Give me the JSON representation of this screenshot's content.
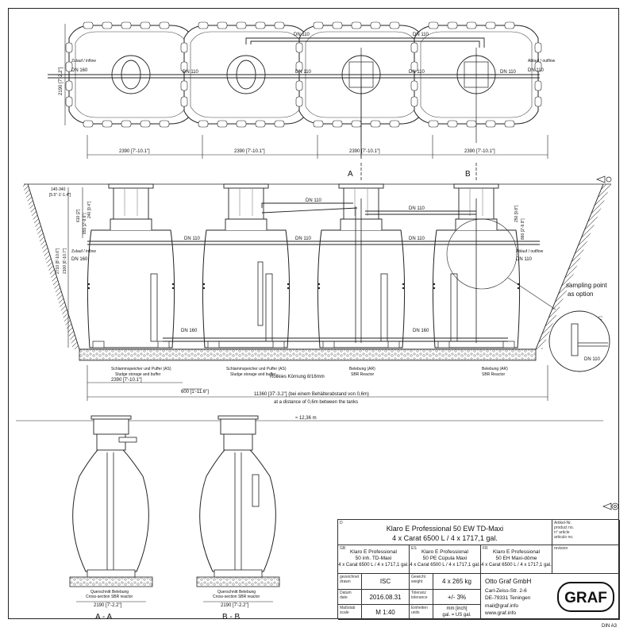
{
  "top_view": {
    "inlet_label": "Zulauf / inflow",
    "inlet_dn": "DN 160",
    "outlet_label": "Ablauf / outflow",
    "outlet_dn": "DN 110",
    "pipe_labels": [
      "DN 110",
      "DN 110",
      "DN 110",
      "DN 110",
      "DN 110",
      "DN 110"
    ],
    "height_dim": "2190 [7'-2.2\"]",
    "width_dims": [
      "2390 [7'-10.1\"]",
      "2390 [7'-10.1\"]",
      "2390 [7'-10.1\"]",
      "2390 [7'-10.1\"]"
    ]
  },
  "section_view": {
    "marker_a": "A",
    "marker_b": "B",
    "cover_dim": "140-340",
    "cover_dim_imperial": "[5.5\"-1'-1.4\"]",
    "left_dims": [
      "610 [2']",
      "855 [2'-9.6\"]",
      "240 [9.4\"]",
      "2710 [8'-10.6\"]",
      "2100 [6'-10.7\"]"
    ],
    "right_dims": [
      "250 [9.8\"]",
      "860 [2'-9.9\"]",
      "860 [2'-9.9\"]"
    ],
    "inlet_label": "Zulauf / inflow",
    "inlet_dn": "DN 160",
    "outlet_label": "Ablauf / outflow",
    "outlet_dn": "DN 110",
    "pipe_labels": [
      "DN 110",
      "DN 110",
      "DN 110",
      "DN 110",
      "DN 110",
      "DN 160",
      "DN 160"
    ],
    "sampling": "sampling point",
    "sampling2": "as option",
    "detail_dn": "DN 110",
    "tank_captions": [
      [
        "Schlammspeicher und Puffer (AS)",
        "Sludge storage and buffer"
      ],
      [
        "Schlammspeicher und Puffer (AS)",
        "Sludge storage and buffer"
      ],
      [
        "Belebung (AR)",
        "SBR Reactor"
      ],
      [
        "Belebung (AR)",
        "SBR Reactor"
      ]
    ],
    "gravel": "Rollkies Körnung 8/16mm",
    "dim_2390": "2390 [7'-10.1\"]",
    "dim_600": "600 [1'-11.6\"]",
    "dim_total_1": "11360 [37'-3.2\"] (bei einem Behälterabstand von 0,6m)",
    "dim_total_2": "at a distance of 0,6m between the tanks",
    "dim_total_3": "≈ 12,36 m"
  },
  "cross_sections": {
    "a_caption_1": "Querschnitt Belebung",
    "a_caption_2": "Cross-section SBR reactor",
    "a_dim": "2190 [7'-2.2\"]",
    "a_title": "A - A",
    "b_caption_1": "Querschnitt Belebung",
    "b_caption_2": "Cross-section SBR reactor",
    "b_dim": "2190 [7'-2.2\"]",
    "b_title": "B - B"
  },
  "title_block": {
    "de_code": "D",
    "main_title_1": "Klaro E Professional 50 EW TD-Maxi",
    "main_title_2": "4 x Carat 6500 L / 4 x 1717,1  gal.",
    "article_label": "Artikel-Nr.\nproduct no.\nn° article\narticulo no.",
    "gb_code": "GB",
    "gb_1": "Klaro E Professional",
    "gb_2": "50 inh. TD-Maxi",
    "gb_3": "4 x Carat 6500 L / 4 x 1717,1  gal.",
    "es_code": "ES",
    "es_1": "Klaro E Professional",
    "es_2": "50 PE Cúpula Maxi",
    "es_3": "4 x Carat 6500 L / 4 x 1717,1  gal.",
    "fr_code": "FR",
    "fr_1": "Klaro E Professional",
    "fr_2": "50 EH Maxi-dôme",
    "fr_3": "4 x Carat 6500 L / 4 x 1717,1  gal.",
    "revision_label": "revision",
    "drawn_label": "gezeichnet\ndrawn",
    "drawn_value": "ISC",
    "weight_label": "Gewicht\nweight",
    "weight_value": "4 x 265 kg",
    "date_label": "Datum\ndate",
    "date_value": "2016.08.31",
    "tol_label": "Toleranz\ntolerance",
    "tol_value": "+/- 3%",
    "scale_label": "Maßstab\nscale",
    "scale_value": "M 1:40",
    "units_label": "Einheiten\nunits",
    "units_value_1": "mm [inch]",
    "units_value_2": "gal. = US gal.",
    "company": "Otto Graf GmbH",
    "street": "Carl-Zeiss-Str. 2-6",
    "city": "DE-79331 Teningen",
    "email": "mail@graf.info",
    "web": "www.graf.info",
    "logo": "GRAF",
    "sheet": "DIN A3"
  }
}
